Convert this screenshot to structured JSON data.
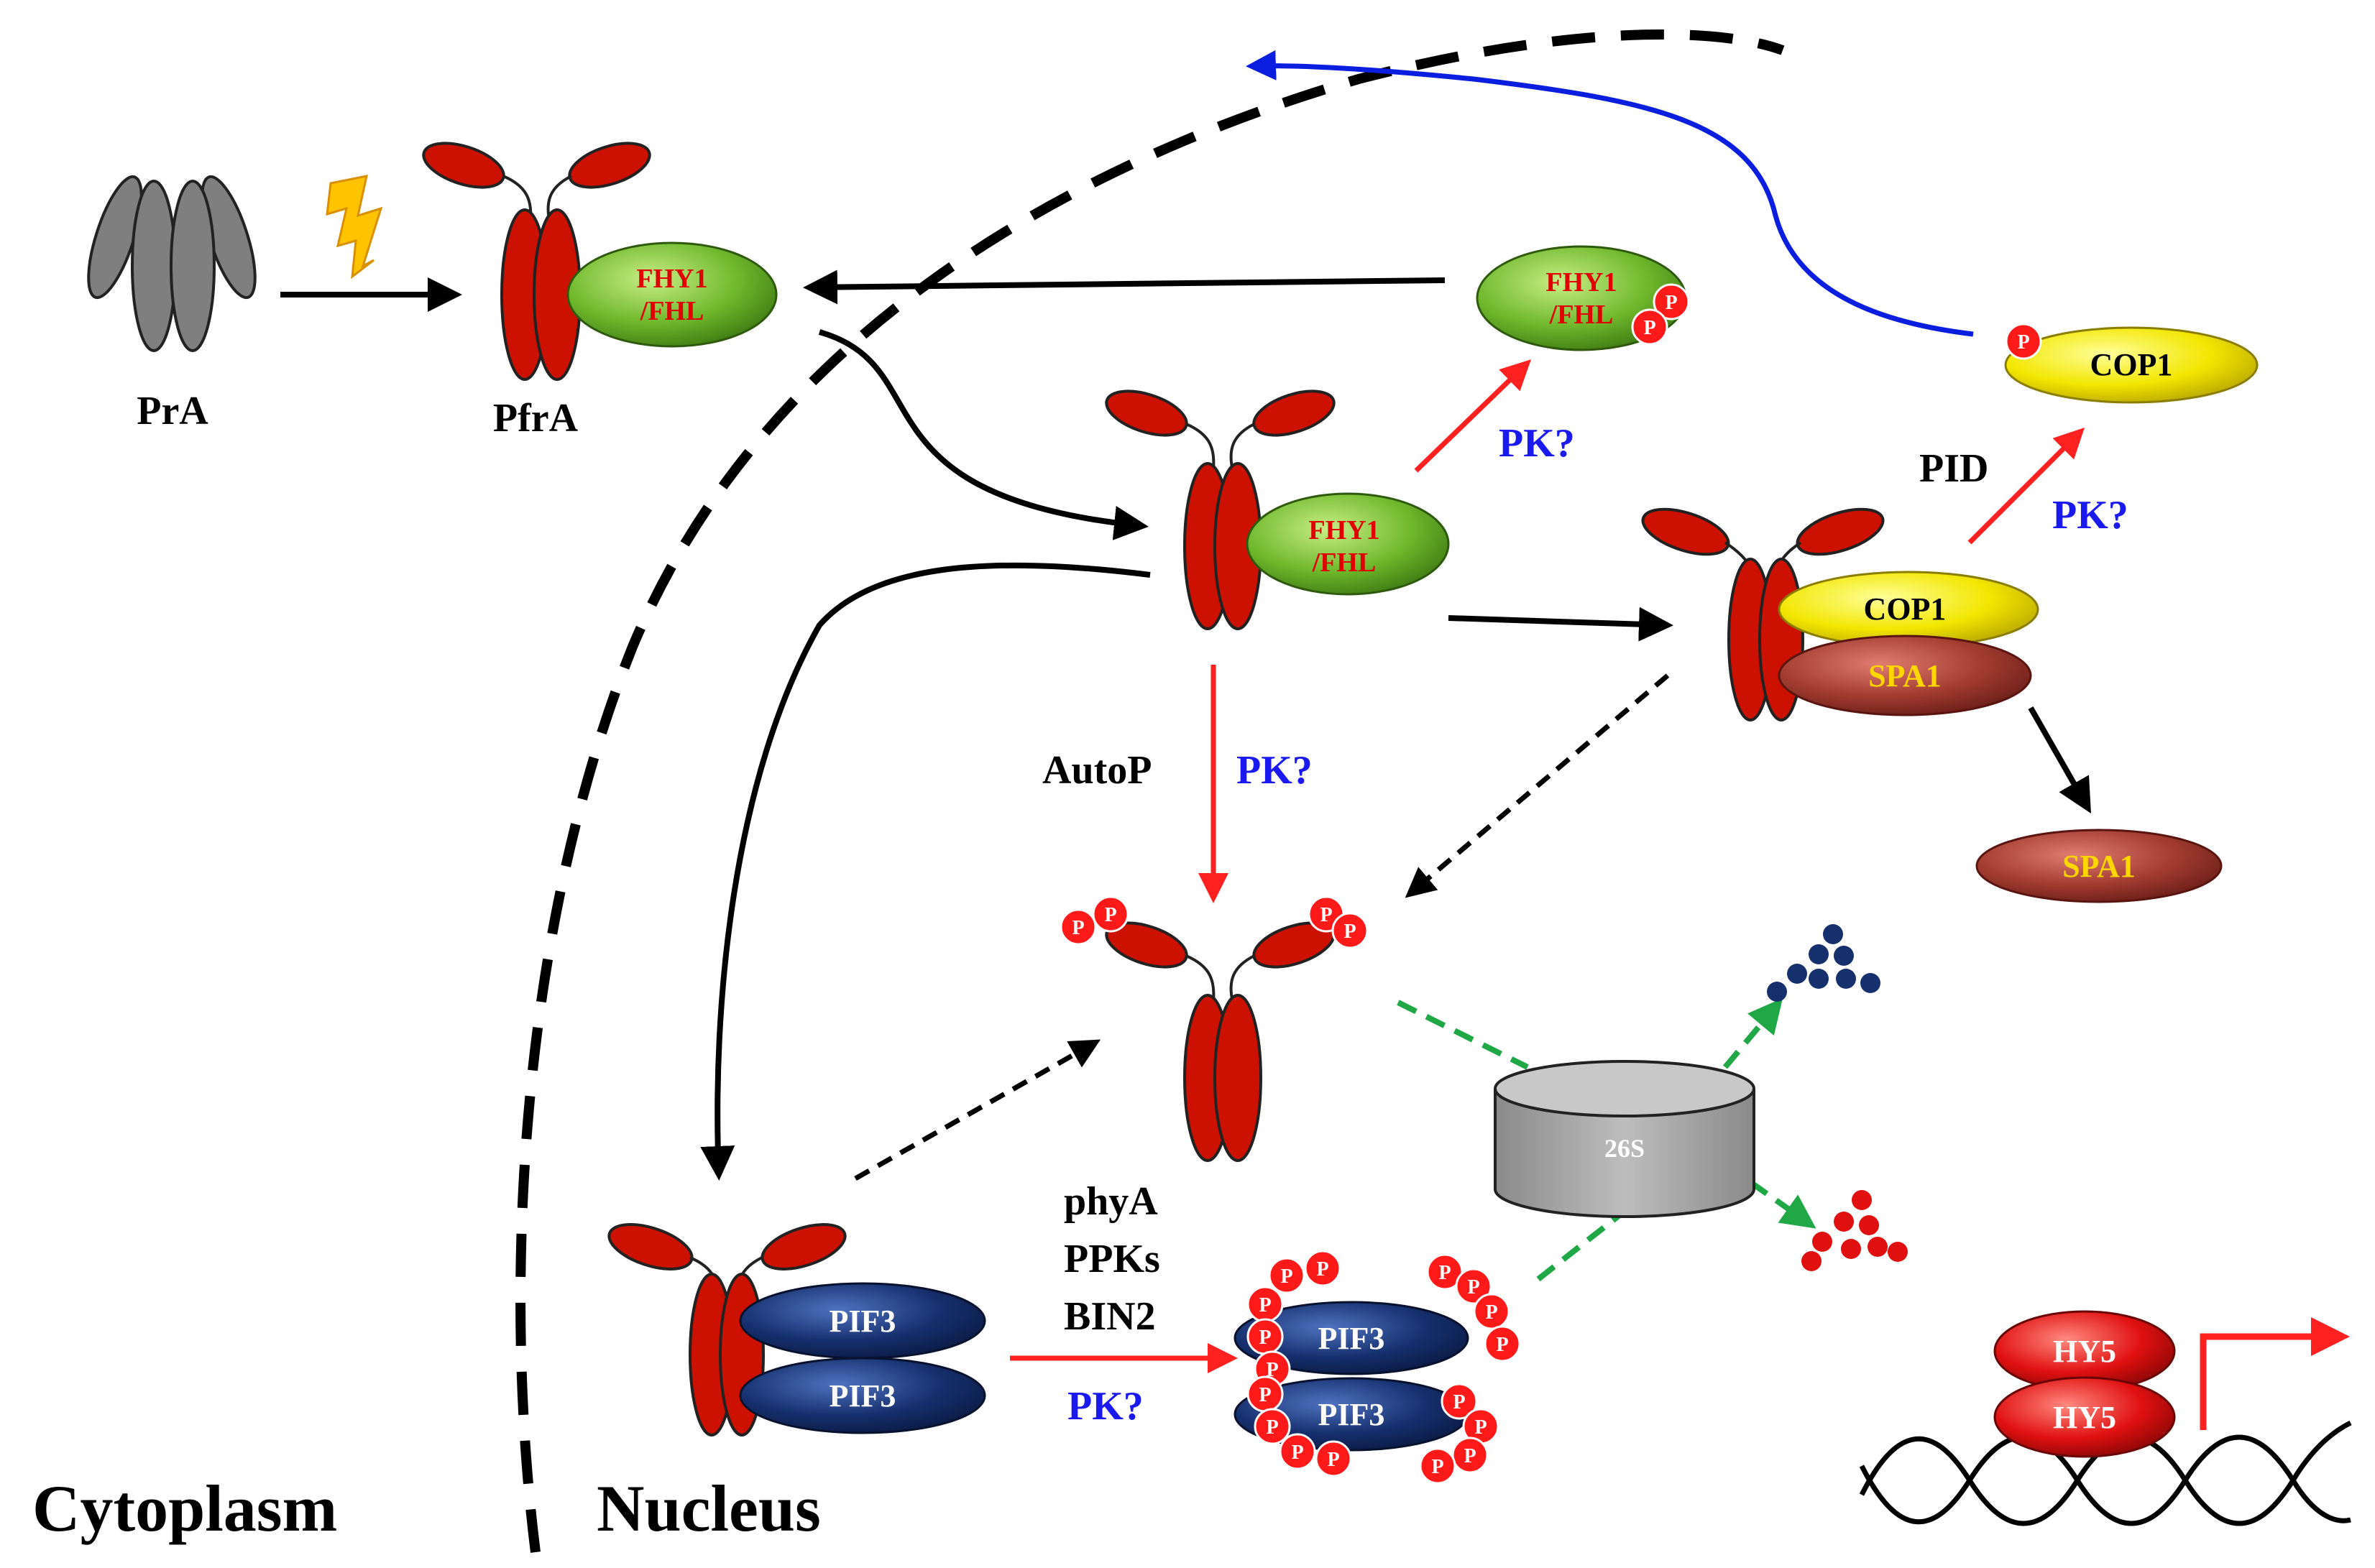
{
  "labels": {
    "pra": "PrA",
    "pfra": "PfrA",
    "cytoplasm": "Cytoplasm",
    "nucleus": "Nucleus",
    "autop": "AutoP",
    "pid": "PID",
    "kinases": [
      "phyA",
      "PPKs",
      "BIN2"
    ],
    "proteasome": "26S"
  },
  "proteins": {
    "fhy1": [
      "FHY1",
      "/FHL"
    ],
    "cop1": "COP1",
    "spa1": "SPA1",
    "pif3": "PIF3",
    "hy5": "HY5",
    "phospho": "P"
  },
  "pk_labels": [
    "PK?",
    "PK?",
    "PK?",
    "PK?"
  ],
  "colors": {
    "phytochrome": "#cc1100",
    "pra_gray": "#7f7f7f",
    "fhy1_green": "#6fb82c",
    "cop1_yellow": "#f2e600",
    "spa1_brown": "#a13b30",
    "pif3_navy": "#16306e",
    "hy5_red": "#e01010",
    "arrow_red": "#ff2020",
    "arrow_blue": "#0a1ee0",
    "arrow_green": "#1fa845",
    "pk_text": "#1a1af0",
    "lightning": "#ffc400"
  }
}
